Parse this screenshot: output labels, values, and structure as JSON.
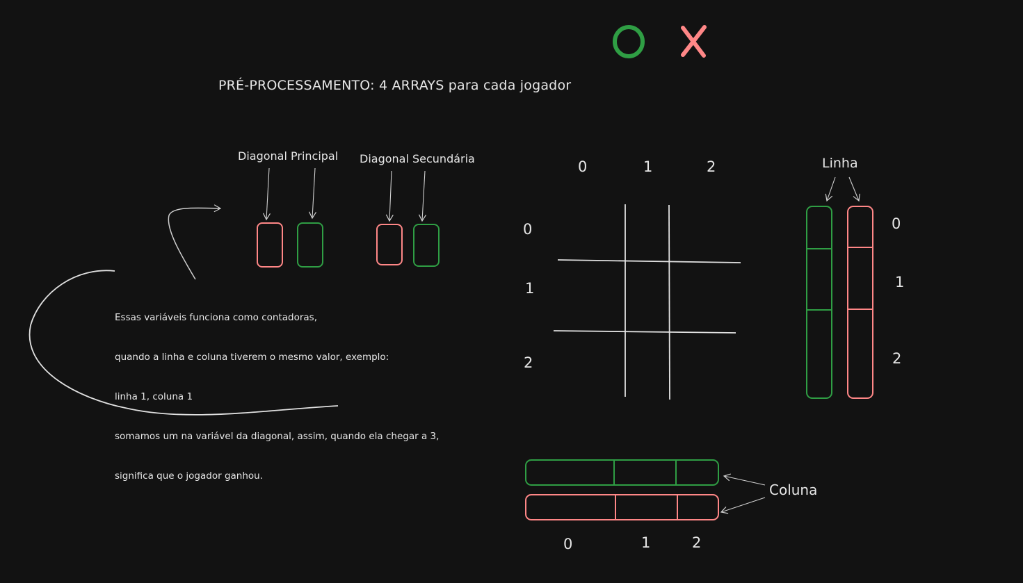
{
  "header": {
    "title": "PRÉ-PROCESSAMENTO: 4 ARRAYS para cada jogador",
    "player_symbols": [
      {
        "symbol": "O",
        "color": "#2f9e44"
      },
      {
        "symbol": "X",
        "color": "#ff8787"
      }
    ]
  },
  "diagonals": {
    "principal_label": "Diagonal Principal",
    "secundaria_label": "Diagonal Secundária"
  },
  "note": {
    "lines": [
      "Essas variáveis funciona como contadoras,",
      "quando a linha e coluna tiverem o mesmo valor, exemplo:",
      "linha 1, coluna 1",
      "somamos um na variável da diagonal, assim, quando ela chegar a 3,",
      "significa que o jogador ganhou."
    ]
  },
  "board": {
    "column_indices": [
      "0",
      "1",
      "2"
    ],
    "row_indices": [
      "0",
      "1",
      "2"
    ]
  },
  "linha": {
    "label": "Linha",
    "indices": [
      "0",
      "1",
      "2"
    ]
  },
  "coluna": {
    "label": "Coluna",
    "indices": [
      "0",
      "1",
      "2"
    ]
  },
  "colors": {
    "background": "#121212",
    "stroke": "#e6e6e6",
    "green": "#2f9e44",
    "red": "#ff8787"
  }
}
